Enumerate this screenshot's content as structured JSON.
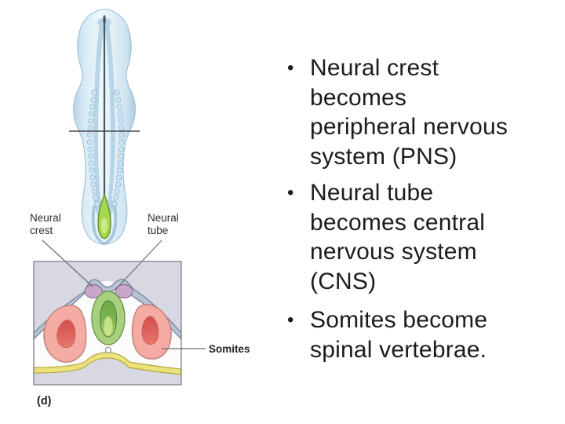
{
  "slide": {
    "bullet_glyph": "•",
    "bullets": [
      {
        "lines": [
          "Neural crest",
          "becomes",
          "peripheral nervous",
          "system (PNS)"
        ]
      },
      {
        "lines": [
          "Neural tube",
          "becomes central",
          "nervous system",
          "(CNS)"
        ]
      },
      {
        "lines": [
          "Somites become",
          "spinal vertebrae."
        ]
      }
    ]
  },
  "diagram": {
    "labels": {
      "neural_crest": [
        "Neural",
        "crest"
      ],
      "neural_tube": [
        "Neural",
        "tube"
      ],
      "somites": "Somites",
      "panel_letter": "(d)"
    },
    "colors": {
      "box_bg": "#d8d8e2",
      "ectoderm": "#b7c2d2",
      "endoderm": "#ebe27b",
      "neural_crest": "#c9a7ca",
      "neural_tube_outer": "#a8cf80",
      "somite": "#f3aba3",
      "tail_green": "#a6d74e"
    }
  }
}
